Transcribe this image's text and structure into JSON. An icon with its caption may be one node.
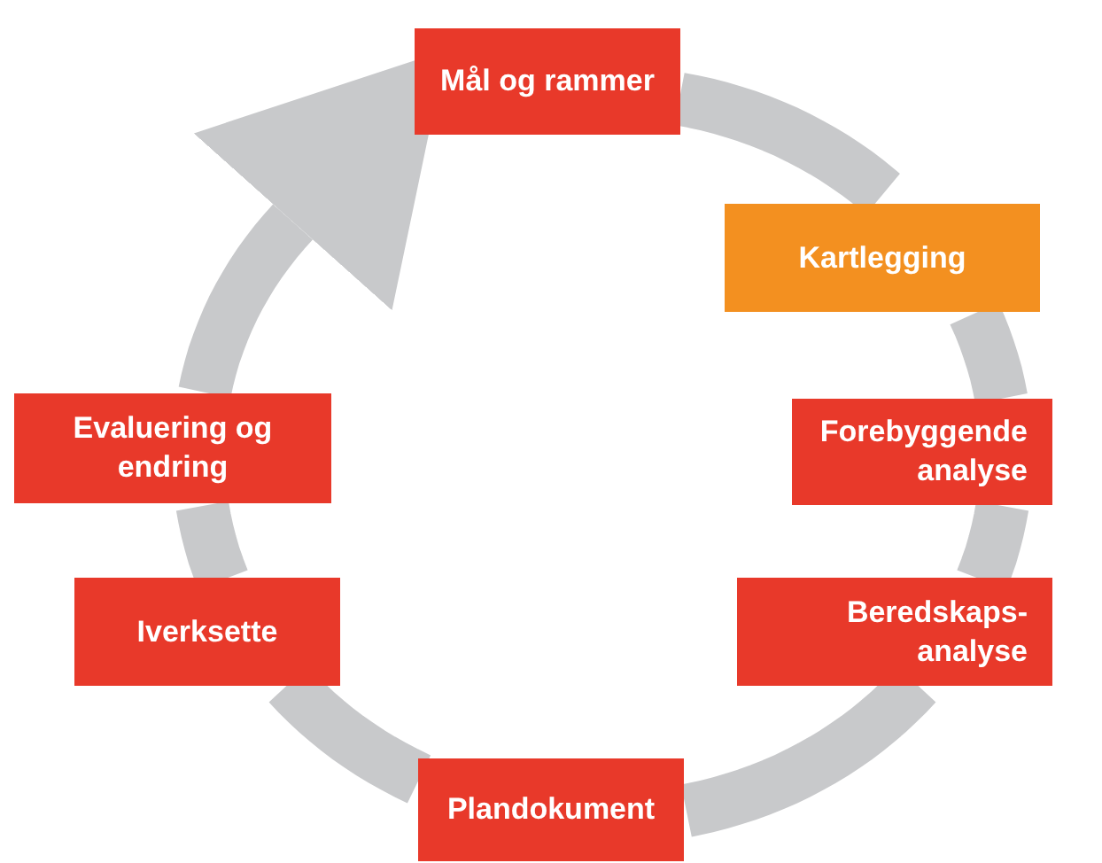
{
  "diagram": {
    "nodes": [
      {
        "text": [
          "Mål og rammer"
        ]
      },
      {
        "text": [
          "Kartlegging"
        ]
      },
      {
        "text": [
          "Forebyggende analyse"
        ]
      },
      {
        "text": [
          "Beredskaps- analyse"
        ]
      },
      {
        "text": [
          "Plandokument"
        ]
      },
      {
        "text": [
          "Iverksette"
        ]
      },
      {
        "text": [
          "Evaluering og endring"
        ]
      }
    ],
    "edges": [
      {
        "from": 0,
        "to": 1,
        "arrow": "none"
      },
      {
        "from": 1,
        "to": 2,
        "arrow": "none"
      },
      {
        "from": 2,
        "to": 3,
        "arrow": "none"
      },
      {
        "from": 3,
        "to": 4,
        "arrow": "none"
      },
      {
        "from": 4,
        "to": 5,
        "arrow": "none"
      },
      {
        "from": 5,
        "to": 6,
        "arrow": "none"
      },
      {
        "from": 6,
        "to": 0,
        "arrow": "to"
      }
    ]
  }
}
